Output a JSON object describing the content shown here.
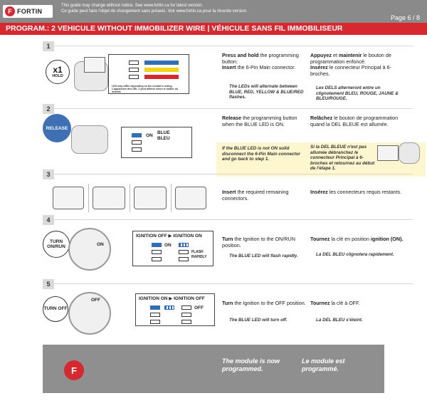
{
  "header": {
    "logo": "FORTIN",
    "notice_en": "This guide may change without notice. See www.fortin.ca for latest version.",
    "notice_fr": "Ce guide peut faire l'objet de changement sans préavis. Voir www.fortin.ca pour la récente version.",
    "page": "Page 6 / 8"
  },
  "title": "PROGRAM.: 2 VEHICULE WITHOUT IMMOBILIZER WIRE | VÉHICULE SANS FIL IMMOBILISEUR",
  "colors": {
    "brand_red": "#d7282f",
    "led_blue": "#2f6fb8",
    "led_red": "#d7282f",
    "led_yellow": "#f2d21a",
    "note_bg": "#fdf6cf"
  },
  "steps": [
    {
      "num": "1",
      "badge_main": "x1",
      "badge_sub": "HOLD",
      "panel_caption": "LED may differ depending on the module's wiring. L'apparence des DEL 2 peut différer selon le boîtier du module.",
      "en_a": "Press and hold",
      "en_b": " the programming button:",
      "en_c": "Insert",
      "en_d": " the 6-Pin Main connector.",
      "en_note": "The LEDs will alternate between BLUE, RED, YELLOW & BLUE/RED flashes.",
      "fr_a": "Appuyez",
      "fr_b": " et ",
      "fr_c": "maintenir",
      "fr_d": " le bouton de programmation enfoncé:",
      "fr_e": "Insérez",
      "fr_f": " le connecteur Principal à 6-broches.",
      "fr_note": "Les DELS alterneront entre un clignotement BLEU, ROUGE, JAUNE & BLEU/ROUGE."
    },
    {
      "num": "2",
      "badge": "RELEASE",
      "on_label": "ON",
      "color_en": "BLUE",
      "color_fr": "BLEU",
      "en_a": "Release",
      "en_b": " the programming button when the BLUE LED is ON.",
      "fr_a": "Relâchez",
      "fr_b": " le bouton de programmation quand la DEL BLEUE est allumée.",
      "warn_en_a": "If the BLUE LED is not ON solid ",
      "warn_en_b": "disconnect",
      "warn_en_c": " the 6-Pin Main connector and ",
      "warn_en_d": "go back",
      "warn_en_e": " to step 1.",
      "warn_fr_a": "Si la DEL BLEUE n'est pas allumée ",
      "warn_fr_b": "débranchez",
      "warn_fr_c": " le connecteur Principal à 6-broches et ",
      "warn_fr_d": "retournez",
      "warn_fr_e": " au début de l'étape 1."
    },
    {
      "num": "3",
      "en_a": "Insert",
      "en_b": " the required remaining connectors.",
      "fr_a": "Insérez",
      "fr_b": " les connecteurs requis restants."
    },
    {
      "num": "4",
      "badge": "TURN ON/RUN",
      "key_label": "ON",
      "panel_title_a": "IGNITION OFF",
      "panel_title_b": "IGNITION ON",
      "on_label": "ON",
      "flash_label": "FLASH RAPIDLY",
      "en_a": "Turn",
      "en_b": " the Ignition to the ON/RUN position.",
      "en_note": "The BLUE LED will flash rapidly.",
      "fr_a": "Tournez",
      "fr_b": " la clé en position ",
      "fr_c": "ignition (ON).",
      "fr_note": "La DEL BLEU clignotera rapidement."
    },
    {
      "num": "5",
      "badge": "TURN OFF",
      "key_label": "OFF",
      "panel_title_a": "IGNITION ON",
      "panel_title_b": "IGNITION OFF",
      "off_label": "OFF",
      "en_a": "Turn",
      "en_b": " the Ignition to the OFF position.",
      "en_note": "The BLUE LED will turn off.",
      "fr_a": "Tournez",
      "fr_b": " la clé à OFF.",
      "fr_note": "La DEL BLEU s'éteint."
    }
  ],
  "footer": {
    "en": "The module is now programmed.",
    "fr": "Le module est programmé."
  }
}
